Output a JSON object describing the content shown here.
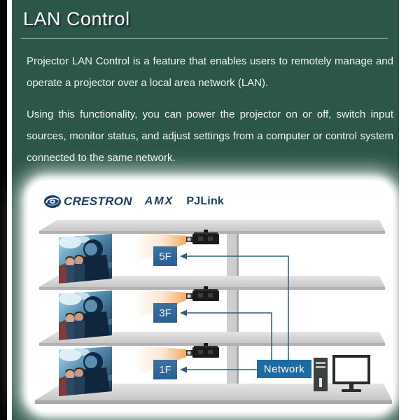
{
  "page": {
    "title": "LAN Control"
  },
  "intro": {
    "paragraph1": "Projector LAN Control is a feature that enables users to remotely manage and operate a projector over a local area network (LAN).",
    "paragraph2": "Using this functionality, you can power the projector on or off, switch input sources, monitor status, and adjust settings from a computer or control system connected to the same network."
  },
  "brands": {
    "crestron": "CRESTRON",
    "amx": "AMX",
    "pjlink": "PJLink"
  },
  "diagram": {
    "floor_labels": [
      "5F",
      "3F",
      "1F"
    ],
    "network_label": "Network"
  },
  "colors": {
    "background_green": "#2d564a",
    "logo_navy": "#1a3e64",
    "floor_label_blue": "#2f6b9e",
    "network_box_blue": "#1d6ba3",
    "connection_line_blue": "#2e5d7d",
    "beam_orange": "#f2a45a",
    "slab_gray": "#d6d6d6"
  }
}
